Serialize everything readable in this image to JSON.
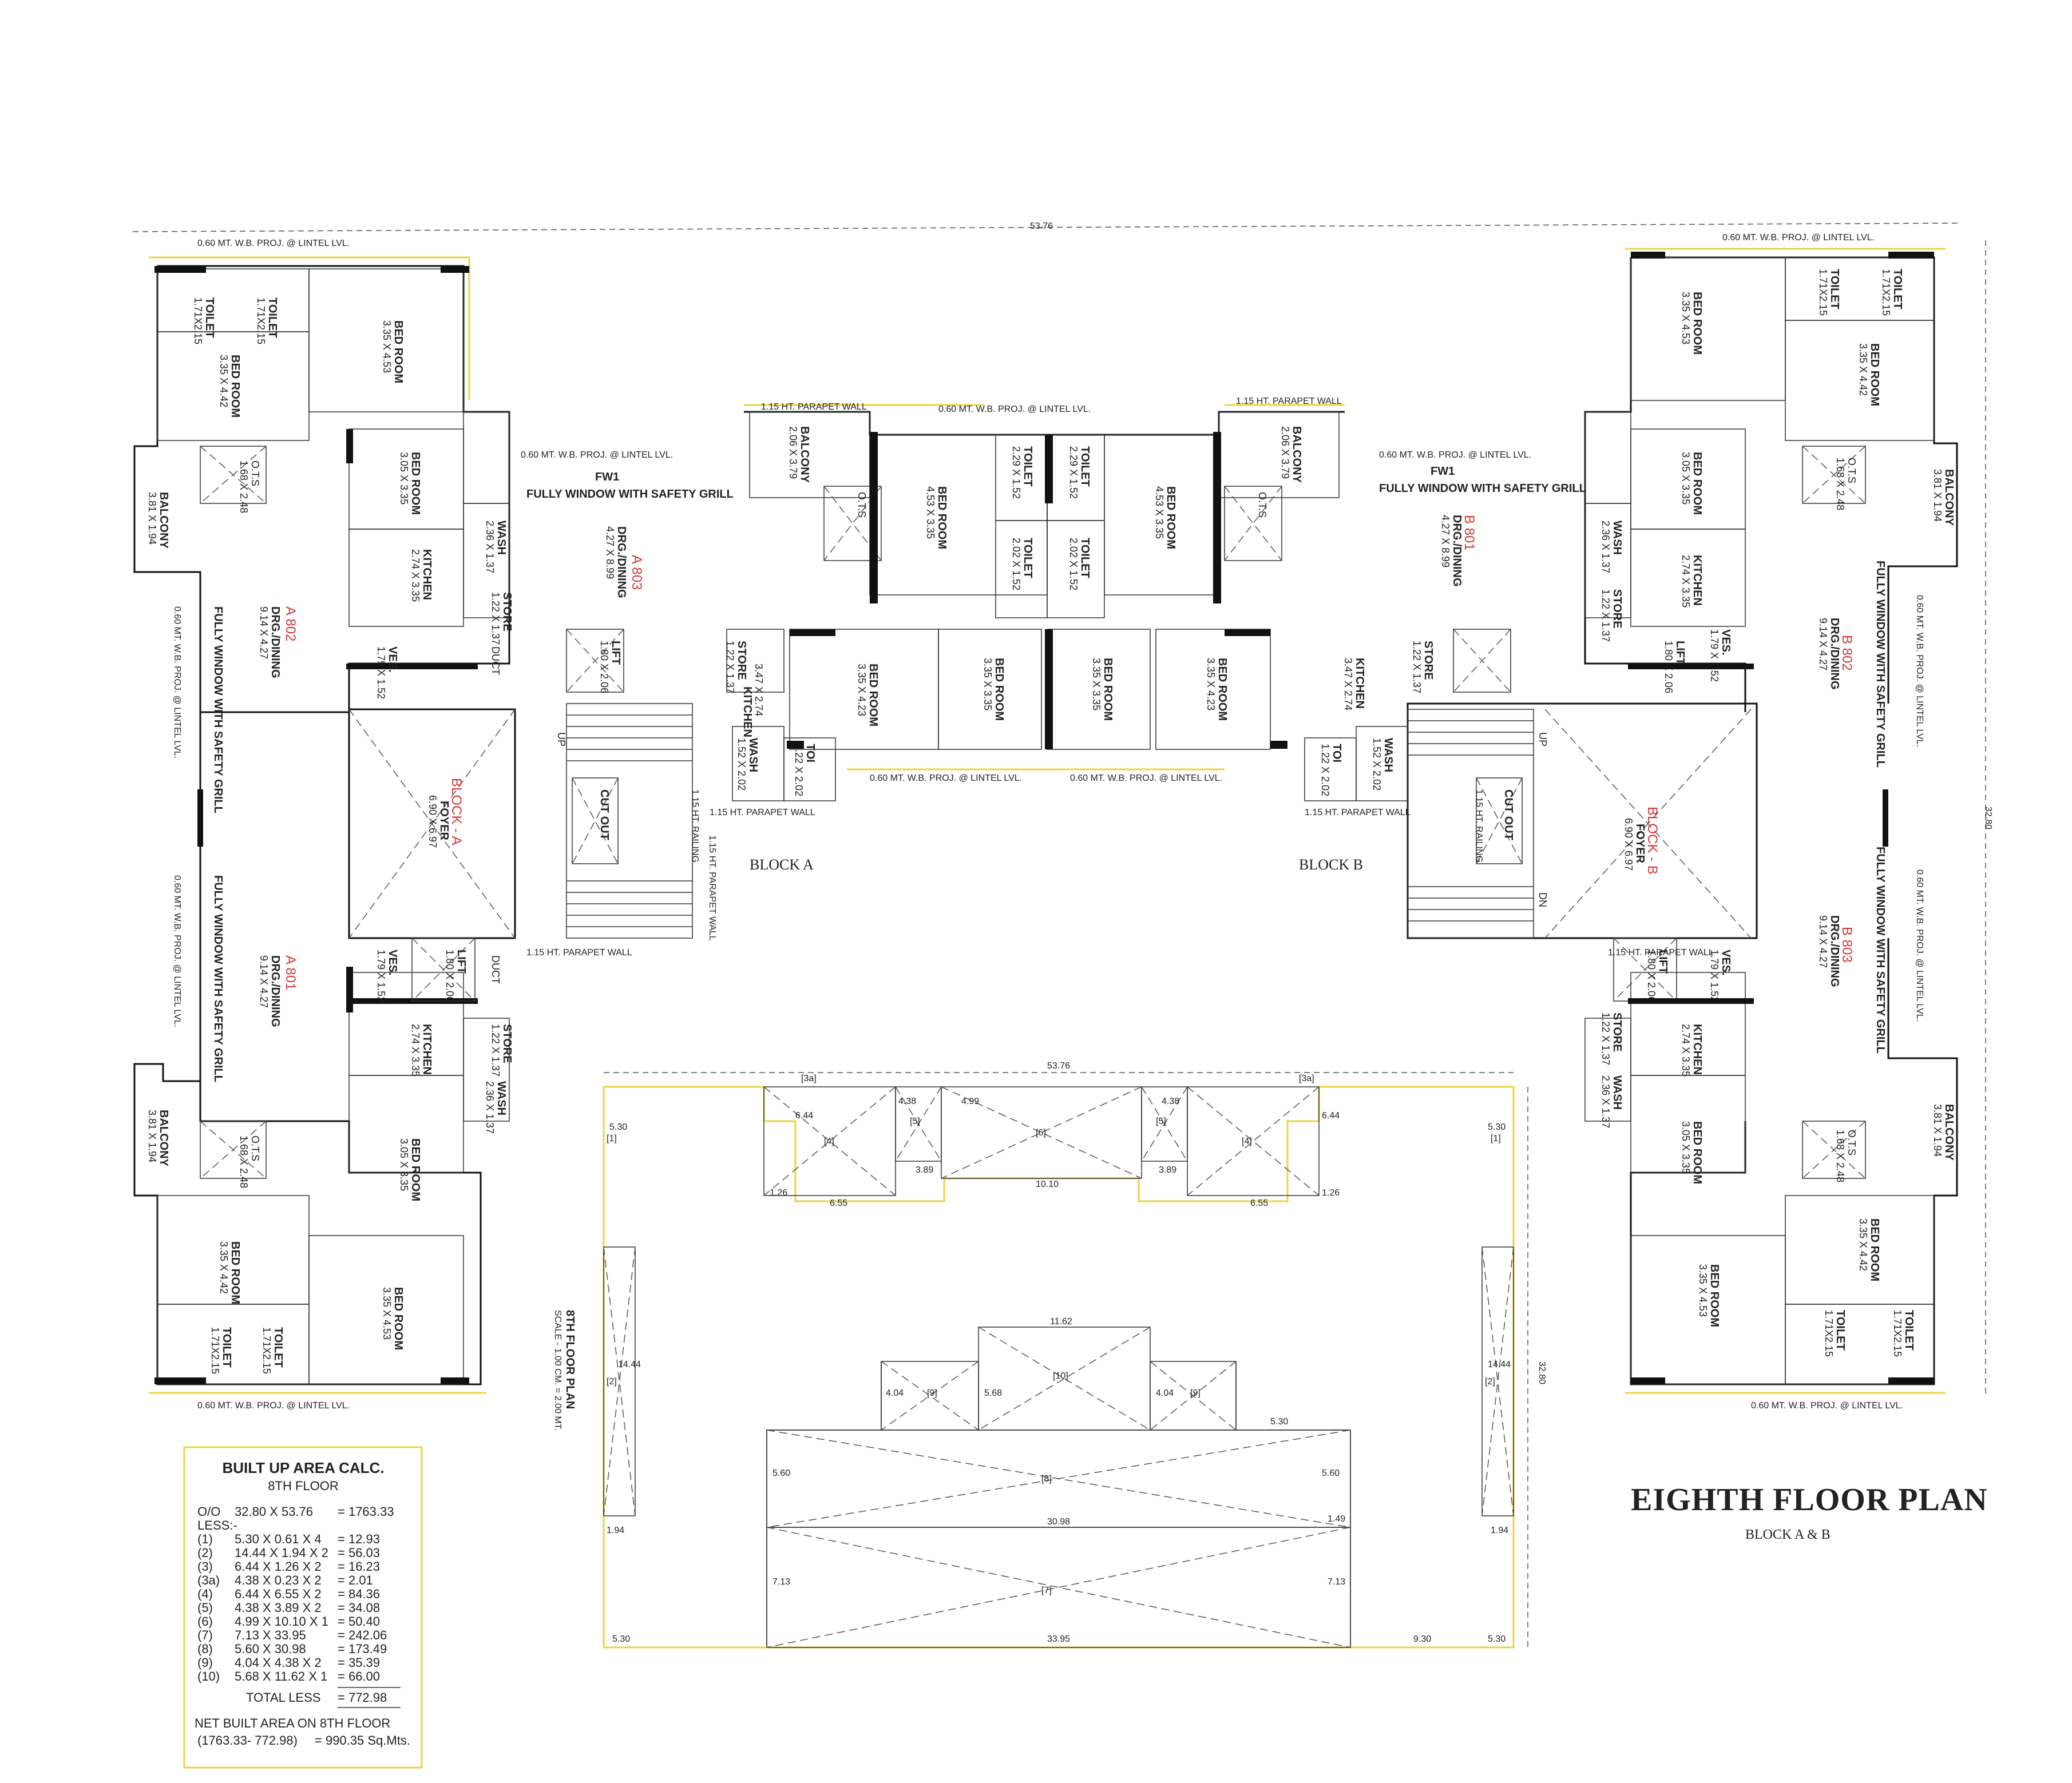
{
  "title": {
    "main": "EIGHTH FLOOR PLAN",
    "sub": "BLOCK A & B"
  },
  "overall_dim": "53.76",
  "overall_side_dim": "32.80",
  "blocks": {
    "a": "BLOCK  A",
    "b": "BLOCK B",
    "foyer_a": "BLOCK - A",
    "foyer_b": "BLOCK - B"
  },
  "units": {
    "a801": "A 801",
    "a802": "A 802",
    "a803": "A 803",
    "b801": "B 801",
    "b802": "B 802",
    "b803": "B 803"
  },
  "rooms": {
    "bedroom": "BED ROOM",
    "toilet": "TOILET",
    "toi": "TOI",
    "balcony": "BALCONY",
    "kitchen": "KITCHEN",
    "wash": "WASH",
    "store": "STORE",
    "ves": "VES.",
    "lift": "LIFT",
    "duct": "DUCT",
    "ots": "O.T.S",
    "drg": "DRG./DINING",
    "foyer": "FOYER",
    "cutout": "CUT OUT",
    "up": "UP",
    "dn": "DN"
  },
  "dims": {
    "bed_453": "3.35 X 4.53",
    "bed_442": "3.35 X 4.42",
    "bed_305": "3.05 X 3.35",
    "bed_335": "3.35 X 3.35",
    "bed_423": "3.35 X 4.23",
    "bed_central": "4.53 X 3.35",
    "toilet_171": "1.71X2.15",
    "toilet_229": "2.29 X 1.52",
    "toilet_202": "2.02 X 1.52",
    "balcony_side": "3.81 X 1.94",
    "balcony_top": "2.06 X 3.79",
    "kitchen": "2.74 X 3.35",
    "kitchen_top": "3.47 X 2.74",
    "wash": "2.36 X 1.37",
    "store": "1.22 X 1.37",
    "ves": "1.79 X 1.52",
    "lift": "1.80 X 2.06",
    "ots": "1.68 X 2.48",
    "drg_side": "9.14 X 4.27",
    "drg_top": "4.27 X 8.99",
    "foyer": "6.90 X 6.97",
    "toi_small": "1.22 X 2.02",
    "wash_small": "1.52 X 2.02"
  },
  "notes": {
    "wb_proj": "0.60 MT. W.B. PROJ. @ LINTEL LVL.",
    "parapet": "1.15 HT. PARAPET WALL",
    "fully_window": "FULLY WINDOW WITH SAFETY GRILL",
    "fw1": "FW1",
    "railing": "1.15 HT. RAILING",
    "scale_title": "8TH FLOOR PLAN",
    "scale": "SCALE - 1.00 CM. = 2.00 MT."
  },
  "cutout_plan": {
    "top_dim": "53.76",
    "side_dim": "32.80",
    "labels": [
      "[1]",
      "[1]",
      "[2]",
      "[2]",
      "[3a]",
      "[3a]",
      "[4]",
      "[4]",
      "[5]",
      "[5]",
      "[6]",
      "[7]",
      "[8]",
      "[9]",
      "[9]",
      "[10]"
    ],
    "measures": {
      "d_6_44": "6.44",
      "d_6_55": "6.55",
      "d_3_89": "3.89",
      "d_10_10": "10.10",
      "d_4_38": "4.38",
      "d_4_99": "4.99",
      "d_5_30": "5.30",
      "d_1_26": "1.26",
      "d_14_44": "14.44",
      "d_1_94": "1.94",
      "d_11_62": "11.62",
      "d_5_68": "5.68",
      "d_4_04": "4.04",
      "d_5_60": "5.60",
      "d_30_98": "30.98",
      "d_1_49": "1.49",
      "d_7_13": "7.13",
      "d_33_95": "33.95",
      "d_9_30": "9.30"
    }
  },
  "calc": {
    "title": "BUILT UP AREA CALC.",
    "subtitle": "8TH FLOOR",
    "rows": [
      {
        "label": "O/O",
        "expr": "32.80 X 53.76",
        "val": "= 1763.33"
      },
      {
        "label": "LESS:-",
        "expr": "",
        "val": ""
      },
      {
        "label": "(1)",
        "expr": "5.30 X   0.61 X 4",
        "val": "=      12.93"
      },
      {
        "label": "(2)",
        "expr": "14.44 X   1.94 X 2",
        "val": "=      56.03"
      },
      {
        "label": "(3)",
        "expr": "6.44 X   1.26 X 2",
        "val": "=      16.23"
      },
      {
        "label": "(3a)",
        "expr": "4.38 X   0.23 X 2",
        "val": "=        2.01"
      },
      {
        "label": "(4)",
        "expr": "6.44 X   6.55 X 2",
        "val": "=      84.36"
      },
      {
        "label": "(5)",
        "expr": "4.38 X   3.89 X 2",
        "val": "=      34.08"
      },
      {
        "label": "(6)",
        "expr": "4.99 X 10.10 X 1",
        "val": "=      50.40"
      },
      {
        "label": "(7)",
        "expr": "7.13 X 33.95",
        "val": "=    242.06"
      },
      {
        "label": "(8)",
        "expr": "5.60 X 30.98",
        "val": "=    173.49"
      },
      {
        "label": "(9)",
        "expr": "4.04 X   4.38 X 2",
        "val": "=      35.39"
      },
      {
        "label": "(10)",
        "expr": "5.68 X 11.62 X 1",
        "val": "=      66.00"
      }
    ],
    "total_less_label": "TOTAL LESS",
    "total_less_val": "=   772.98",
    "net_label": "NET BUILT AREA ON 8TH FLOOR",
    "net_expr": "(1763.33- 772.98)",
    "net_val": "=    990.35 Sq.Mts."
  }
}
